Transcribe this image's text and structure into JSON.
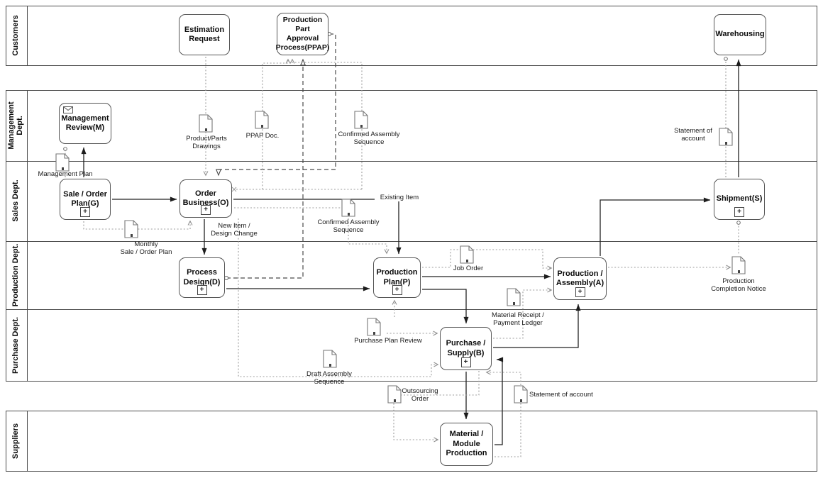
{
  "colors": {
    "background": "#ffffff",
    "pool_border": "#4b4b4b",
    "node_border": "#565656",
    "solid_flow": "#222222",
    "dashed_flow": "#4a4a4a",
    "dotted_link": "#9c9c9c",
    "text": "#111111"
  },
  "icons": {
    "subprocess_marker": "+"
  },
  "lanes": {
    "customers": "Customers",
    "management": "Management\nDept.",
    "sales": "Sales Dept.",
    "production": "Production Dept.",
    "purchase": "Purchase Dept.",
    "suppliers": "Suppliers"
  },
  "nodes": {
    "estimation_request": {
      "label": "Estimation\nRequest"
    },
    "ppap": {
      "label": "Production Part\nApproval\nProcess(PPAP)"
    },
    "warehousing": {
      "label": "Warehousing"
    },
    "management_review": {
      "label": "Management\nReview(M)"
    },
    "sale_order_plan": {
      "label": "Sale / Order\nPlan(G)"
    },
    "order_business": {
      "label": "Order\nBusiness(O)"
    },
    "shipment": {
      "label": "Shipment(S)"
    },
    "process_design": {
      "label": "Process\nDesign(D)"
    },
    "production_plan": {
      "label": "Production\nPlan(P)"
    },
    "production_assembly": {
      "label": "Production /\nAssembly(A)"
    },
    "purchase_supply": {
      "label": "Purchase /\nSupply(B)"
    },
    "material_module_production": {
      "label": "Material /\nModule\nProduction"
    }
  },
  "documents": {
    "management_plan": {
      "label": "Management Plan"
    },
    "monthly_sale_order_plan": {
      "label": "Monthly\nSale / Order Plan"
    },
    "product_parts_drawings": {
      "label": "Product/Parts\nDrawings"
    },
    "ppap_doc": {
      "label": "PPAP Doc."
    },
    "confirmed_assembly_sequence_mgmt": {
      "label": "Confirmed Assembly\nSequence"
    },
    "statement_of_account_top": {
      "label": "Statement of\naccount"
    },
    "confirmed_assembly_sequence_sales": {
      "label": "Confirmed Assembly\nSequence"
    },
    "job_order": {
      "label": "Job Order"
    },
    "material_receipt_payment_ledger": {
      "label": "Material Receipt /\nPayment Ledger"
    },
    "purchase_plan_review": {
      "label": "Purchase Plan Review"
    },
    "draft_assembly_sequence": {
      "label": "Draft Assembly\nSequence"
    },
    "outsourcing_order": {
      "label": "Outsourcing\nOrder"
    },
    "statement_of_account_bottom": {
      "label": "Statement of account"
    },
    "production_completion_notice": {
      "label": "Production\nCompletion Notice"
    }
  },
  "edge_labels": {
    "new_item_design_change": "New Item /\nDesign Change",
    "existing_item": "Existing Item"
  }
}
